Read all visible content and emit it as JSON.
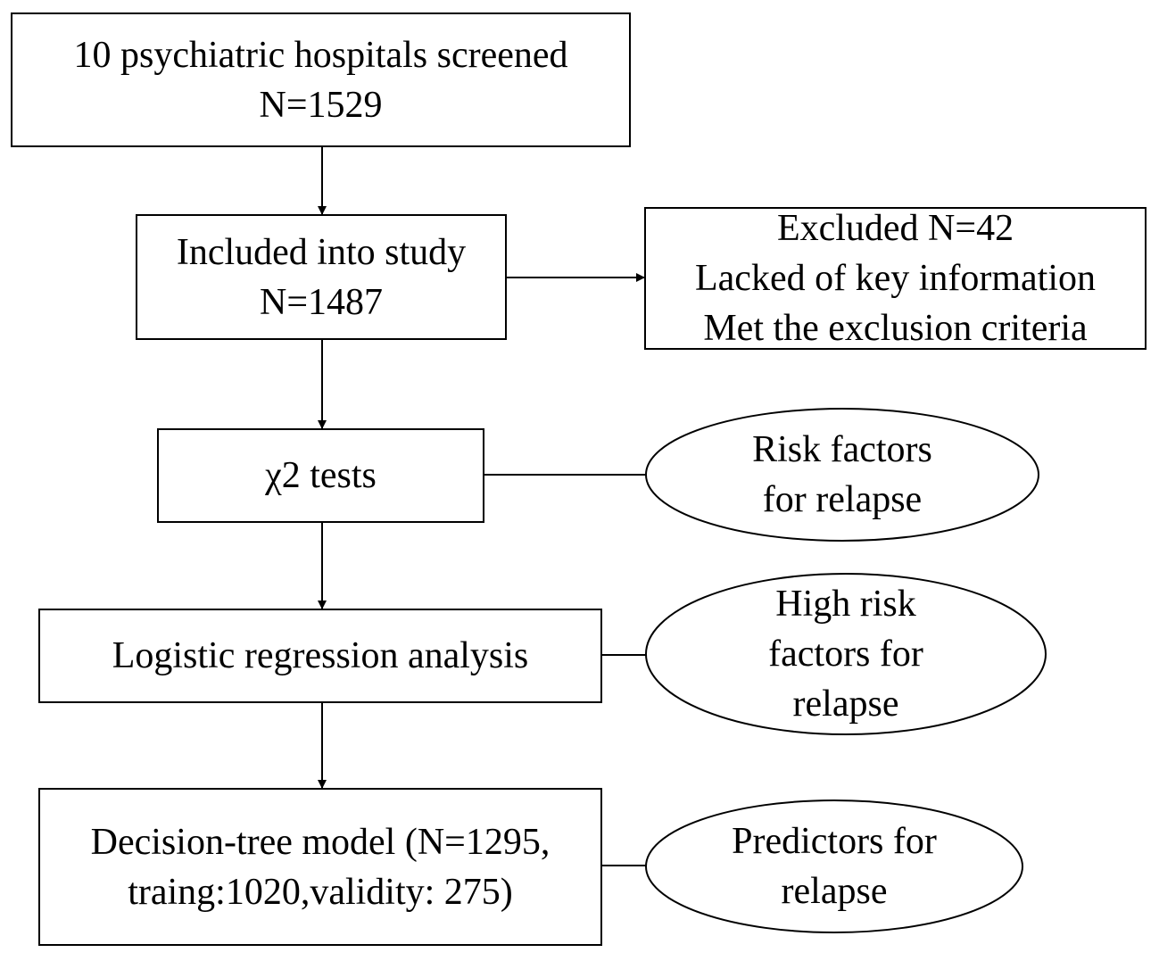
{
  "boxes": {
    "screened": {
      "line1": "10 psychiatric hospitals screened",
      "line2": "N=1529"
    },
    "included": {
      "line1": "Included into study",
      "line2": "N=1487"
    },
    "excluded": {
      "line1": "Excluded N=42",
      "line2": "Lacked of key information",
      "line3": "Met the exclusion criteria"
    },
    "chi2": {
      "line1": "χ2 tests"
    },
    "logistic": {
      "line1": "Logistic regression analysis"
    },
    "decision_tree": {
      "line1": "Decision-tree model (N=1295,",
      "line2": "traing:1020,validity:  275)"
    }
  },
  "ellipses": {
    "risk": {
      "line1": "Risk factors",
      "line2": "for relapse"
    },
    "high_risk": {
      "line1": "High risk",
      "line2": "factors for",
      "line3": "relapse"
    },
    "predictors": {
      "line1": "Predictors for",
      "line2": "relapse"
    }
  }
}
